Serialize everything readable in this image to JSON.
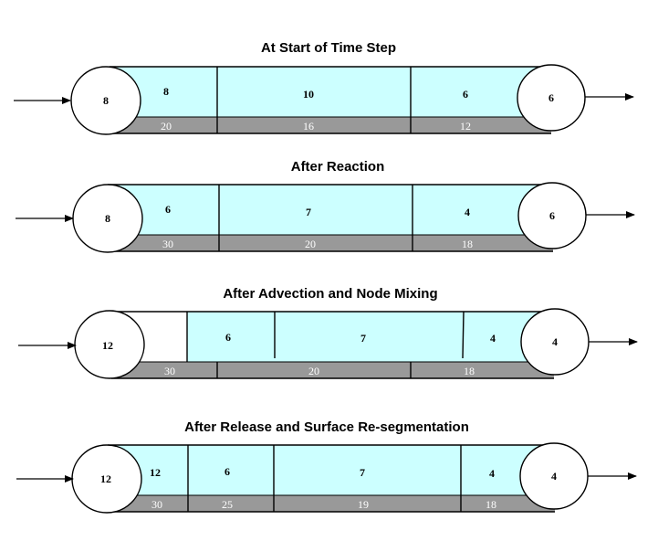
{
  "colors": {
    "water": "#ccffff",
    "surface": "#999999",
    "outline": "#000000",
    "node": "#ffffff",
    "inlet_gap": "#ffffff"
  },
  "panels": [
    {
      "title": "At Start of Time Step",
      "upstream_node": "8",
      "downstream_node": "6",
      "water_segments": [
        "8",
        "10",
        "6"
      ],
      "surface_segments": [
        "20",
        "16",
        "12"
      ]
    },
    {
      "title": "After Reaction",
      "upstream_node": "8",
      "downstream_node": "6",
      "water_segments": [
        "6",
        "7",
        "4"
      ],
      "surface_segments": [
        "30",
        "20",
        "18"
      ]
    },
    {
      "title": "After Advection and Node Mixing",
      "upstream_node": "12",
      "downstream_node": "4",
      "water_segments": [
        "6",
        "7",
        "4"
      ],
      "surface_segments": [
        "30",
        "20",
        "18"
      ]
    },
    {
      "title": "After Release and Surface Re-segmentation",
      "upstream_node": "12",
      "downstream_node": "4",
      "water_segments": [
        "12",
        "6",
        "7",
        "4"
      ],
      "surface_segments": [
        "30",
        "25",
        "19",
        "18"
      ]
    }
  ]
}
